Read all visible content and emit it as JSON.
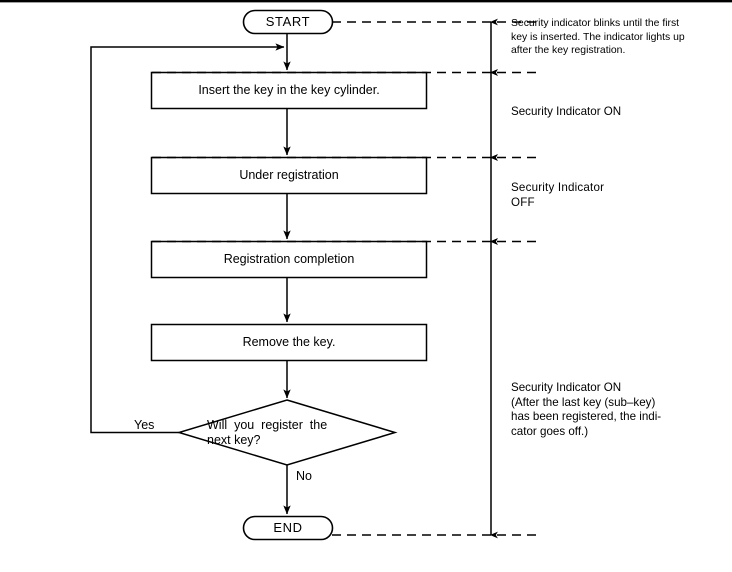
{
  "diagram": {
    "title": "Key registration procedure flowchart",
    "type": "flowchart",
    "stroke_color": "#000000",
    "background_color": "#ffffff"
  },
  "nodes": {
    "start": {
      "label": "START",
      "shape": "terminator"
    },
    "insert_key": {
      "label": "Insert the key in the key cylinder.",
      "shape": "process"
    },
    "under_registration": {
      "label": "Under registration",
      "shape": "process"
    },
    "registration_completion": {
      "label": "Registration completion",
      "shape": "process"
    },
    "remove_key": {
      "label": "Remove the key.",
      "shape": "process"
    },
    "decision": {
      "label_line1": "Will  you  register  the",
      "label_line2": "next key?",
      "shape": "decision"
    },
    "end": {
      "label": "END",
      "shape": "terminator"
    }
  },
  "edges": {
    "yes_label": "Yes",
    "no_label": "No"
  },
  "annotations": [
    {
      "id": "blink-note",
      "text": "Security indicator blinks until the first\nkey is inserted. The indicator lights up\nafter the key registration."
    },
    {
      "id": "indicator-on-1",
      "text": "Security Indicator ON"
    },
    {
      "id": "indicator-off",
      "text": "Security    Indicator\nOFF"
    },
    {
      "id": "indicator-on-2",
      "text": "Security Indicator ON\n(After the last key (sub–key)\nhas been registered, the indi-\ncator goes off.)"
    }
  ]
}
